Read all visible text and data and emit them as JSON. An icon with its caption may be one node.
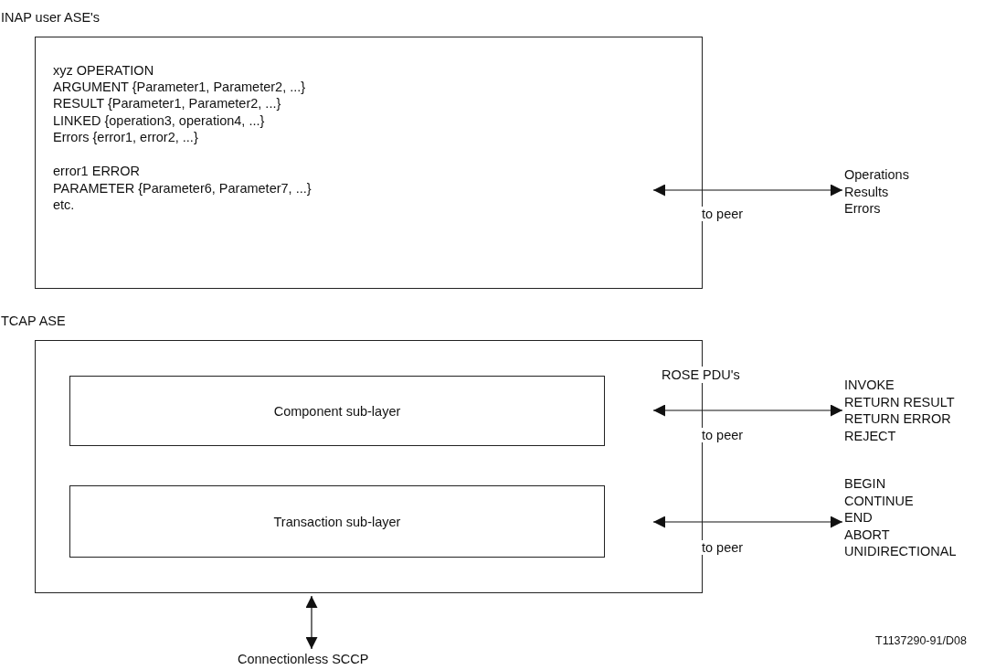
{
  "diagram": {
    "nodes": [
      {
        "text": [
          "INAP user ASE's",
          "xyz OPERATION",
          "ARGUMENT {Parameter1, Parameter2, ...}",
          "RESULT {Parameter1, Parameter2, ...}",
          "LINKED {operation3, operation4, ...}",
          "Errors {error1, error2, ...}",
          "error1 ERROR",
          "PARAMETER {Parameter6, Parameter7, ...}",
          "etc."
        ]
      },
      {
        "text": [
          "Operations",
          "Results",
          "Errors"
        ]
      },
      {
        "text": [
          "TCAP ASE"
        ]
      },
      {
        "text": [
          "Component sub-layer"
        ],
        "in": 2
      },
      {
        "text": [
          "Transaction sub-layer"
        ],
        "in": 2
      },
      {
        "text": [
          "INVOKE",
          "RETURN RESULT",
          "RETURN ERROR",
          "REJECT"
        ]
      },
      {
        "text": [
          "BEGIN",
          "CONTINUE",
          "END",
          "ABORT",
          "UNIDIRECTIONAL"
        ]
      },
      {
        "text": [
          "Connectionless SCCP"
        ]
      }
    ],
    "edges": [
      {
        "from": 0,
        "to": 1,
        "arrow": "both",
        "label": "to peer"
      },
      {
        "from": 2,
        "to": 5,
        "arrow": "both",
        "label": "to peer"
      },
      {
        "from": 2,
        "to": 6,
        "arrow": "both",
        "label": "to peer"
      },
      {
        "from": 2,
        "to": 7,
        "arrow": "both"
      }
    ],
    "labels": [
      "ROSE PDU's",
      "T1137290-91/D08"
    ]
  }
}
